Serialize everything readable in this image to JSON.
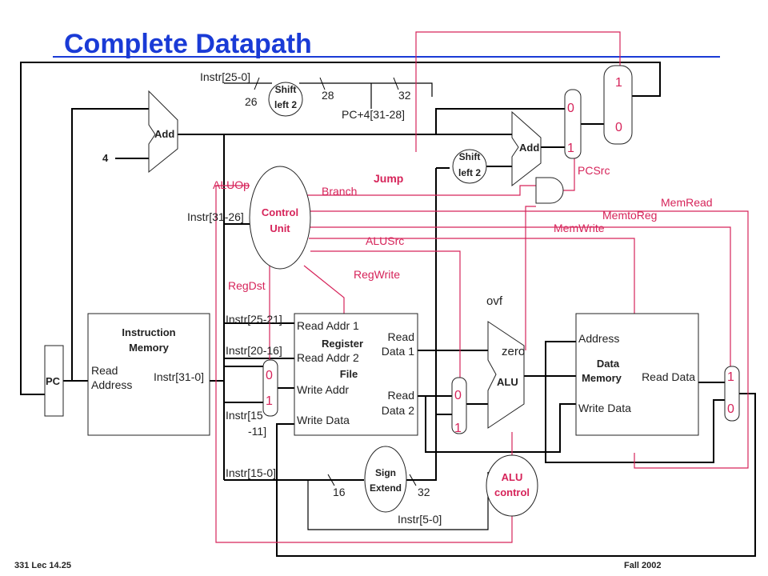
{
  "slide": {
    "title": "Complete Datapath",
    "footer_left": "331  Lec 14.25",
    "footer_right": "Fall 2002"
  },
  "colors": {
    "title": "#1a3bd6",
    "control": "#d6245a",
    "wire": "#000000",
    "box": "#222222"
  },
  "blocks": {
    "pc": "PC",
    "instruction_memory": {
      "title_1": "Instruction",
      "title_2": "Memory",
      "read_1": "Read",
      "read_2": "Address",
      "out": "Instr[31-0]"
    },
    "register_file": {
      "read_addr_1": "Read Addr 1",
      "title_1": "Register",
      "read_addr_2": "Read Addr 2",
      "title_2": "File",
      "write_addr": "Write Addr",
      "write_data": "Write Data",
      "read_data_1a": "Read",
      "read_data_1b": "Data 1",
      "read_data_2a": "Read",
      "read_data_2b": "Data 2"
    },
    "data_memory": {
      "address": "Address",
      "title_1": "Data",
      "title_2": "Memory",
      "read_data": "Read Data",
      "write_data": "Write Data"
    },
    "alu": {
      "label": "ALU",
      "zero": "zero",
      "ovf": "ovf"
    },
    "add_pc": "Add",
    "add_branch": "Add",
    "four": "4",
    "shift_left_top": {
      "line1": "Shift",
      "line2": "left 2"
    },
    "shift_left_branch": {
      "line1": "Shift",
      "line2": "left 2"
    },
    "sign_extend": {
      "line1": "Sign",
      "line2": "Extend"
    },
    "control_unit": {
      "line1": "Control",
      "line2": "Unit"
    },
    "alu_control": {
      "line1": "ALU",
      "line2": "control"
    }
  },
  "wire_labels": {
    "instr_25_0": "Instr[25-0]",
    "bits_26": "26",
    "bits_28": "28",
    "bits_32_top": "32",
    "pc4": "PC+4[31-28]",
    "instr_31_26": "Instr[31-26]",
    "instr_25_21": "Instr[25-21]",
    "instr_20_16": "Instr[20-16]",
    "instr_15_11a": "Instr[15",
    "instr_15_11b": "-11]",
    "instr_15_0": "Instr[15-0]",
    "bits_16": "16",
    "bits_32_bottom": "32",
    "instr_5_0": "Instr[5-0]"
  },
  "control_signals": {
    "aluop": "ALUOp",
    "branch": "Branch",
    "jump": "Jump",
    "alusrc": "ALUSrc",
    "regwrite": "RegWrite",
    "regdst": "RegDst",
    "pcsrc": "PCSrc",
    "memread": "MemRead",
    "memtoreg": "MemtoReg",
    "memwrite": "MemWrite"
  },
  "mux_inputs": {
    "jump_mux": [
      "1",
      "0"
    ],
    "pcsrc_mux": [
      "0",
      "1"
    ],
    "regdst_mux": [
      "0",
      "1"
    ],
    "alusrc_mux": [
      "0",
      "1"
    ],
    "memtoreg_mux": [
      "1",
      "0"
    ]
  }
}
